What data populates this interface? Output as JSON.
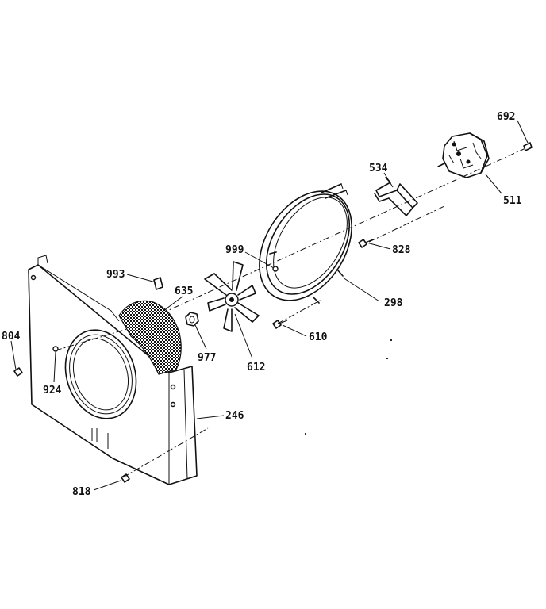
{
  "labels": {
    "p692": "692",
    "p534": "534",
    "p511": "511",
    "p828": "828",
    "p999": "999",
    "p298": "298",
    "p993": "993",
    "p635": "635",
    "p610": "610",
    "p804": "804",
    "p977": "977",
    "p612": "612",
    "p924": "924",
    "p246": "246",
    "p818": "818"
  }
}
